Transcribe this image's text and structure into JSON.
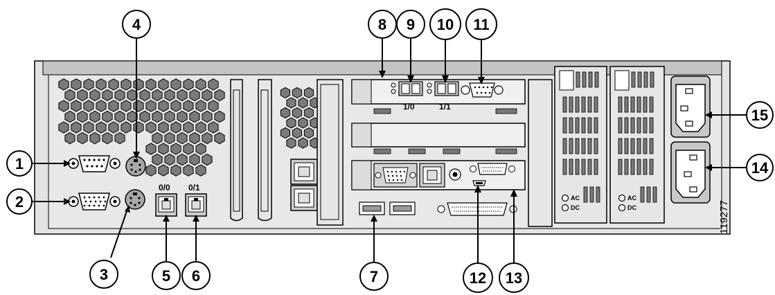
{
  "callouts": [
    "1",
    "2",
    "3",
    "4",
    "5",
    "6",
    "7",
    "8",
    "9",
    "10",
    "11",
    "12",
    "13",
    "14",
    "15"
  ],
  "port_labels": {
    "eth_0_0": "0/0",
    "eth_0_1": "0/1",
    "card_1_0": "1/0",
    "card_1_1": "1/1"
  },
  "psu_labels": {
    "ac": "AC",
    "dc": "DC"
  },
  "figure_id": "119277",
  "colors": {
    "chassis": "#e3e3e3",
    "chassis_edge": "#000000",
    "top_bar": "#c4c4c4",
    "hole_fill": "#7a7a7a",
    "card_fill": "#f0f0f0"
  }
}
